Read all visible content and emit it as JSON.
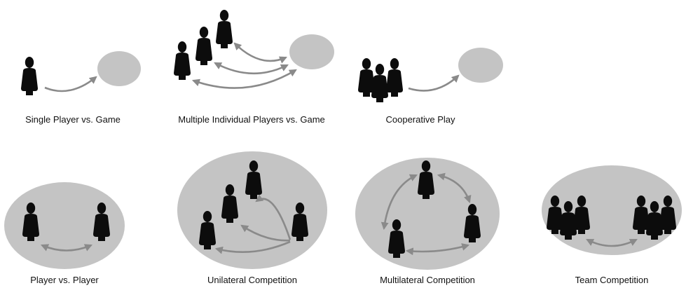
{
  "captions": {
    "single_player": "Single Player vs. Game",
    "multiple_individual": "Multiple Individual Players vs. Game",
    "cooperative": "Cooperative Play",
    "player_vs_player": "Player vs. Player",
    "unilateral": "Unilateral Competition",
    "multilateral": "Multilateral Competition",
    "team": "Team Competition"
  },
  "colors": {
    "ellipse": "#c4c4c4",
    "arrow": "#8a8a8a",
    "figure": "#0c0c0c",
    "text": "#111111"
  }
}
